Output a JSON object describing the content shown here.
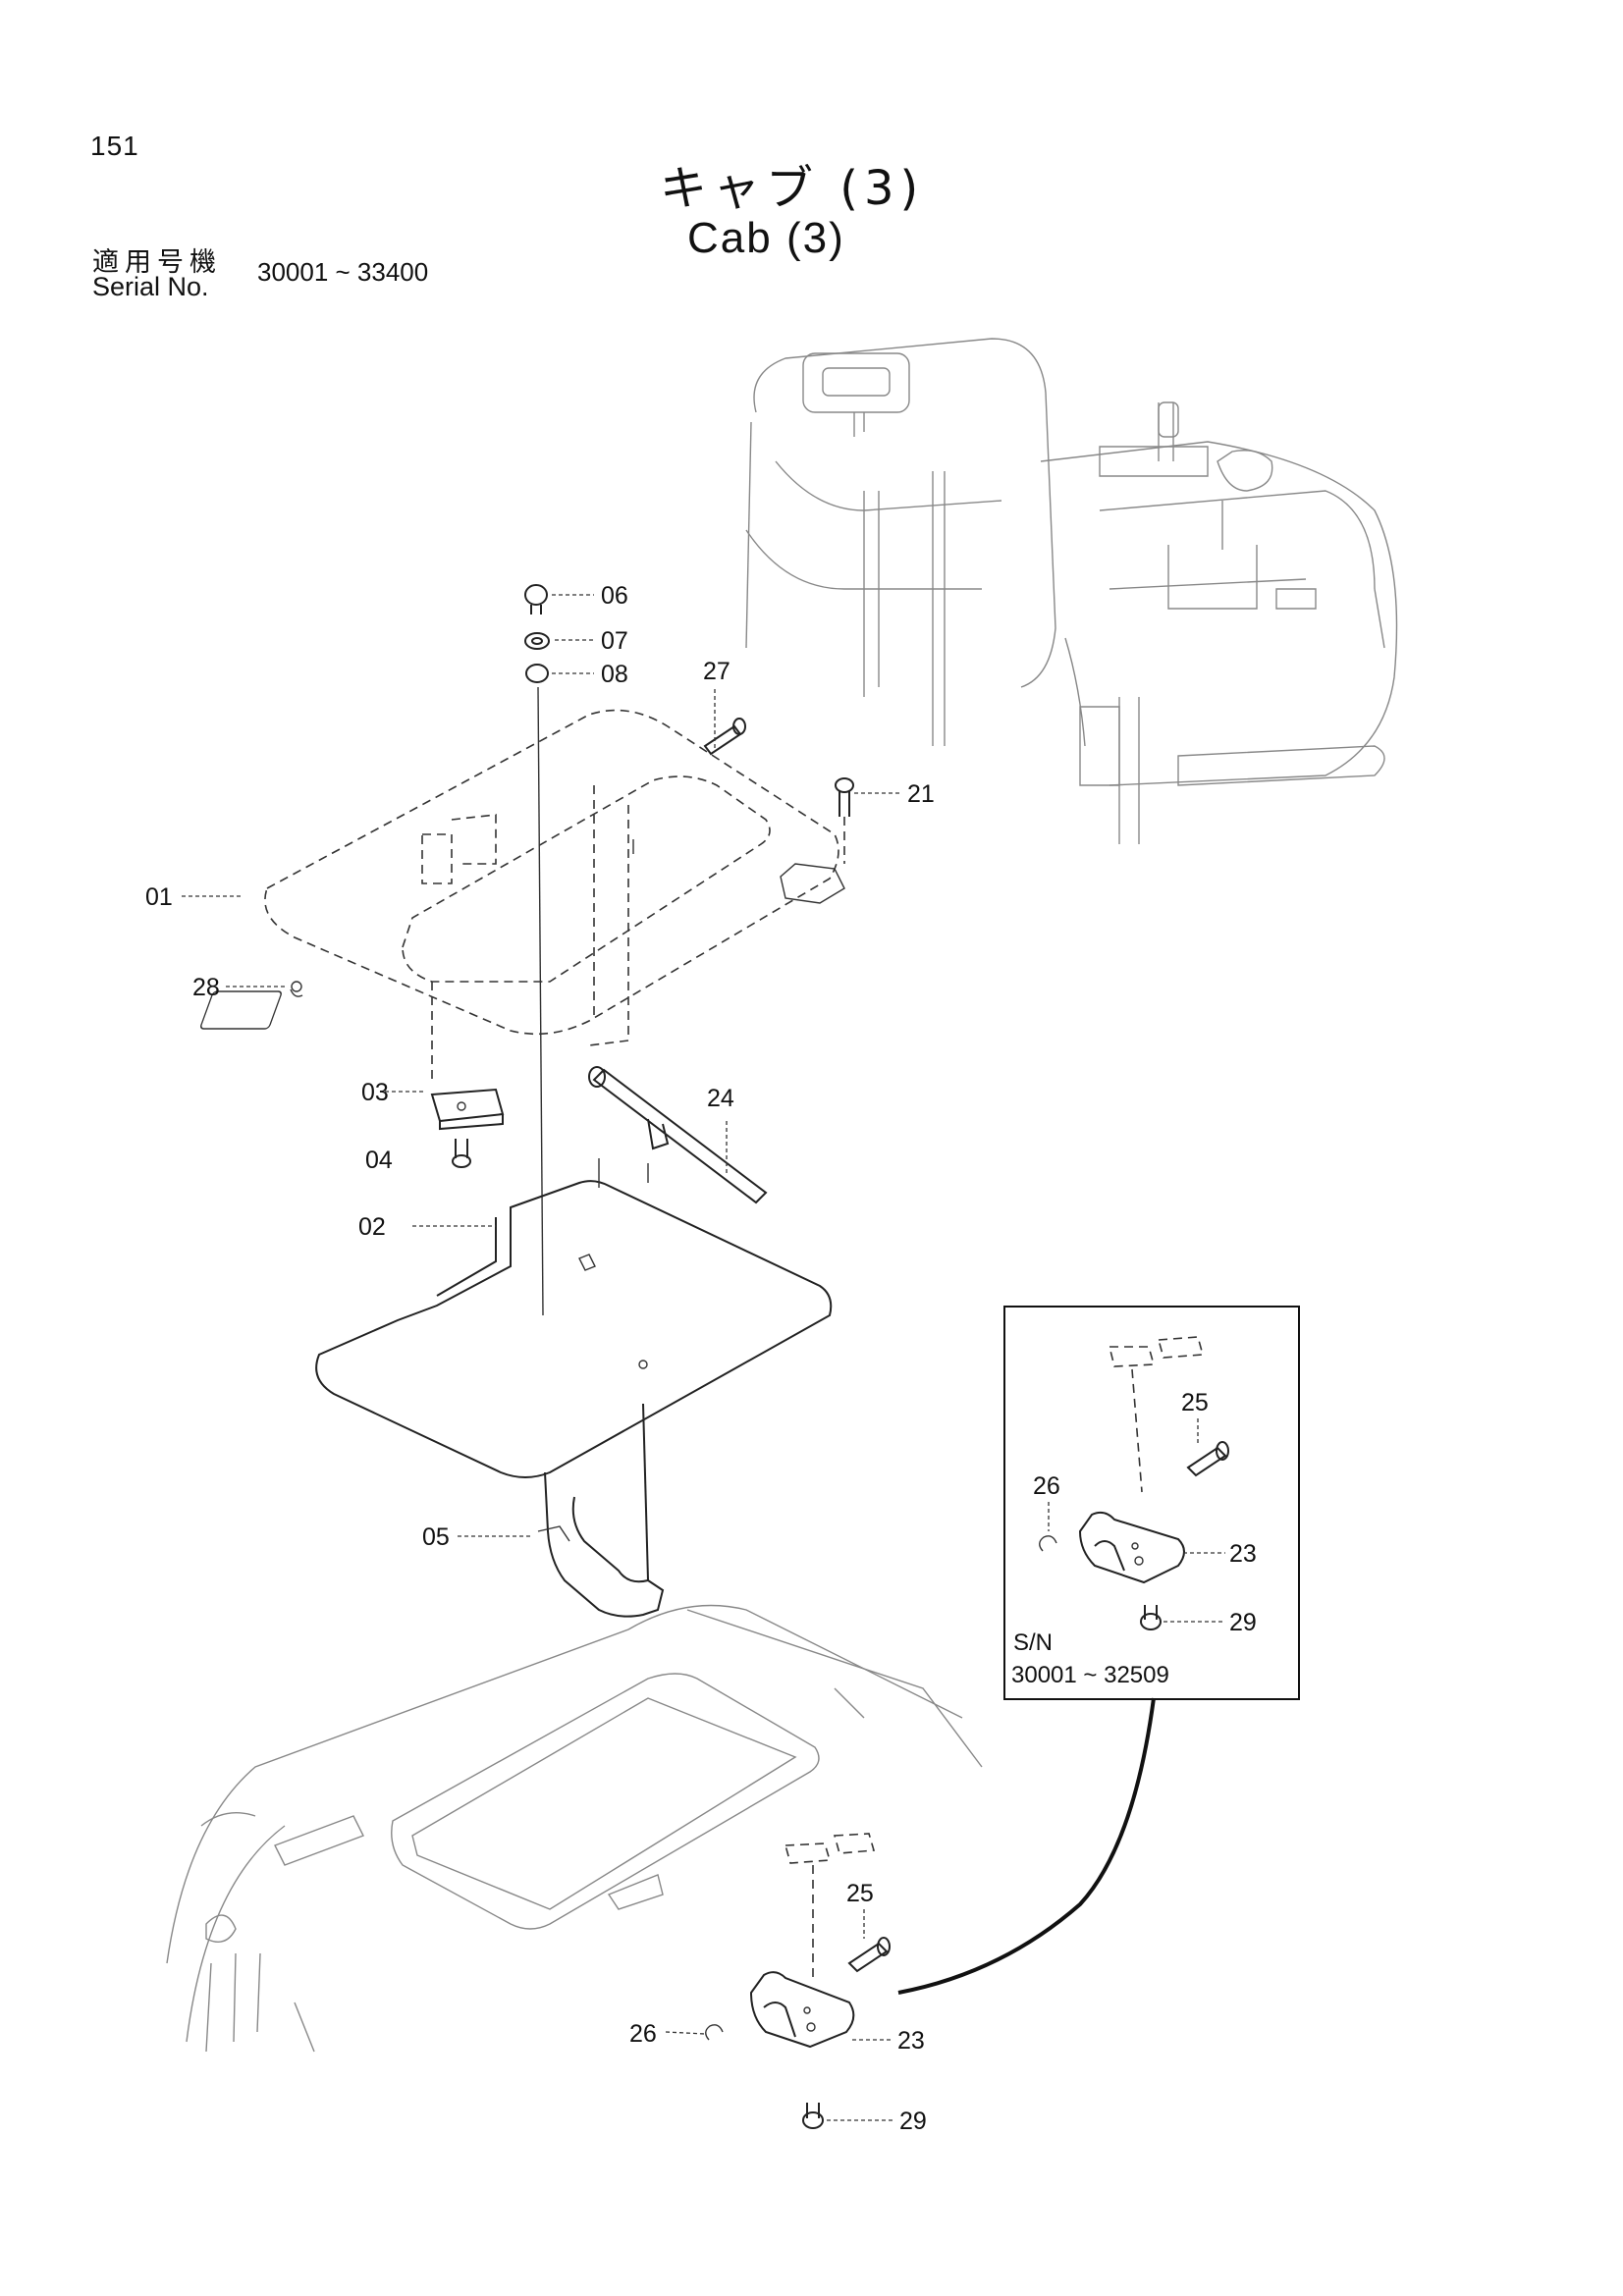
{
  "header": {
    "page_number": "151",
    "title_jp": "キャブ (3)",
    "title_en": "Cab (3)",
    "serial_label_jp": "適用号機",
    "serial_label_en": "Serial No.",
    "serial_range": "30001 ~ 33400"
  },
  "callouts": {
    "p01": "01",
    "p02": "02",
    "p03": "03",
    "p04": "04",
    "p05": "05",
    "p06": "06",
    "p07": "07",
    "p08": "08",
    "p21": "21",
    "p24": "24",
    "p27": "27",
    "p28": "28",
    "p23_inset": "23",
    "p25_inset": "25",
    "p26_inset": "26",
    "p29_inset": "29",
    "p23_main": "23",
    "p25_main": "25",
    "p26_main": "26",
    "p29_main": "29"
  },
  "inset": {
    "sn_label": "S/N",
    "sn_range": "30001 ~ 32509"
  }
}
